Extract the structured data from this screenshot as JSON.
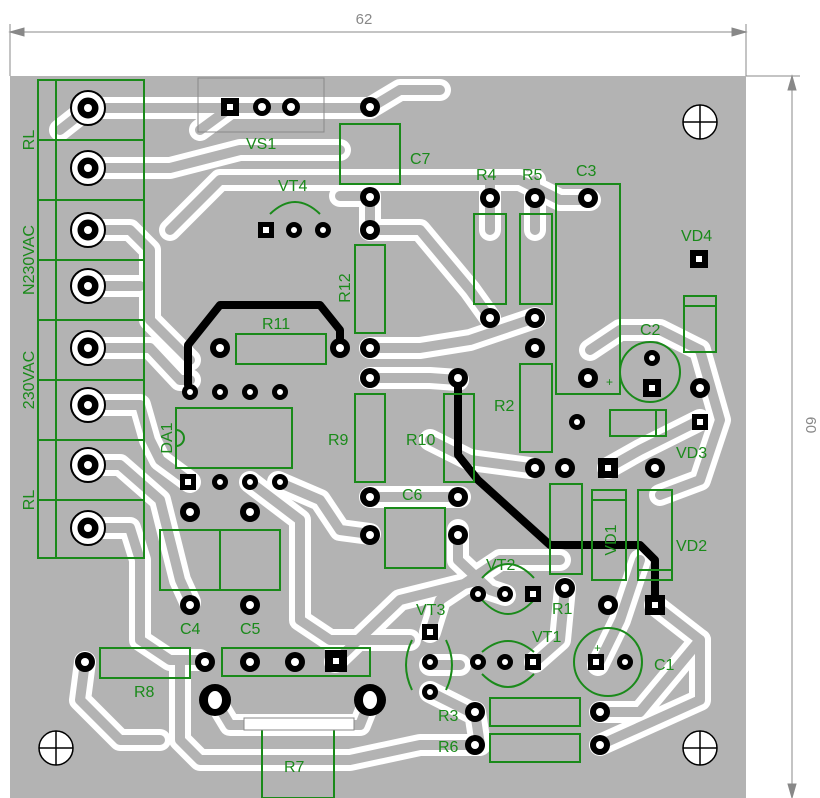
{
  "dimensions": {
    "width_label": "62",
    "height_label": "60"
  },
  "connector_labels": [
    "RL",
    "N230VAC",
    "230VAC",
    "RL"
  ],
  "components": {
    "vs1": "VS1",
    "c7": "C7",
    "vt4": "VT4",
    "r4": "R4",
    "r5": "R5",
    "c3": "C3",
    "vd4": "VD4",
    "r12": "R12",
    "r11": "R11",
    "c2": "C2",
    "r2": "R2",
    "vd3": "VD3",
    "da1": "DA1",
    "r9": "R9",
    "r10": "R10",
    "c6": "C6",
    "vd1": "VD1",
    "vd2": "VD2",
    "vt2": "VT2",
    "r1": "R1",
    "c4": "C4",
    "c5": "C5",
    "vt3": "VT3",
    "vt1": "VT1",
    "c1": "C1",
    "r8": "R8",
    "r3": "R3",
    "r6": "R6",
    "r7": "R7"
  },
  "colors": {
    "board": "#b3b3b3",
    "trace": "#ffffff",
    "silkscreen": "#1a8a1a",
    "copper_pad": "#000000",
    "jumper": "#000000"
  }
}
